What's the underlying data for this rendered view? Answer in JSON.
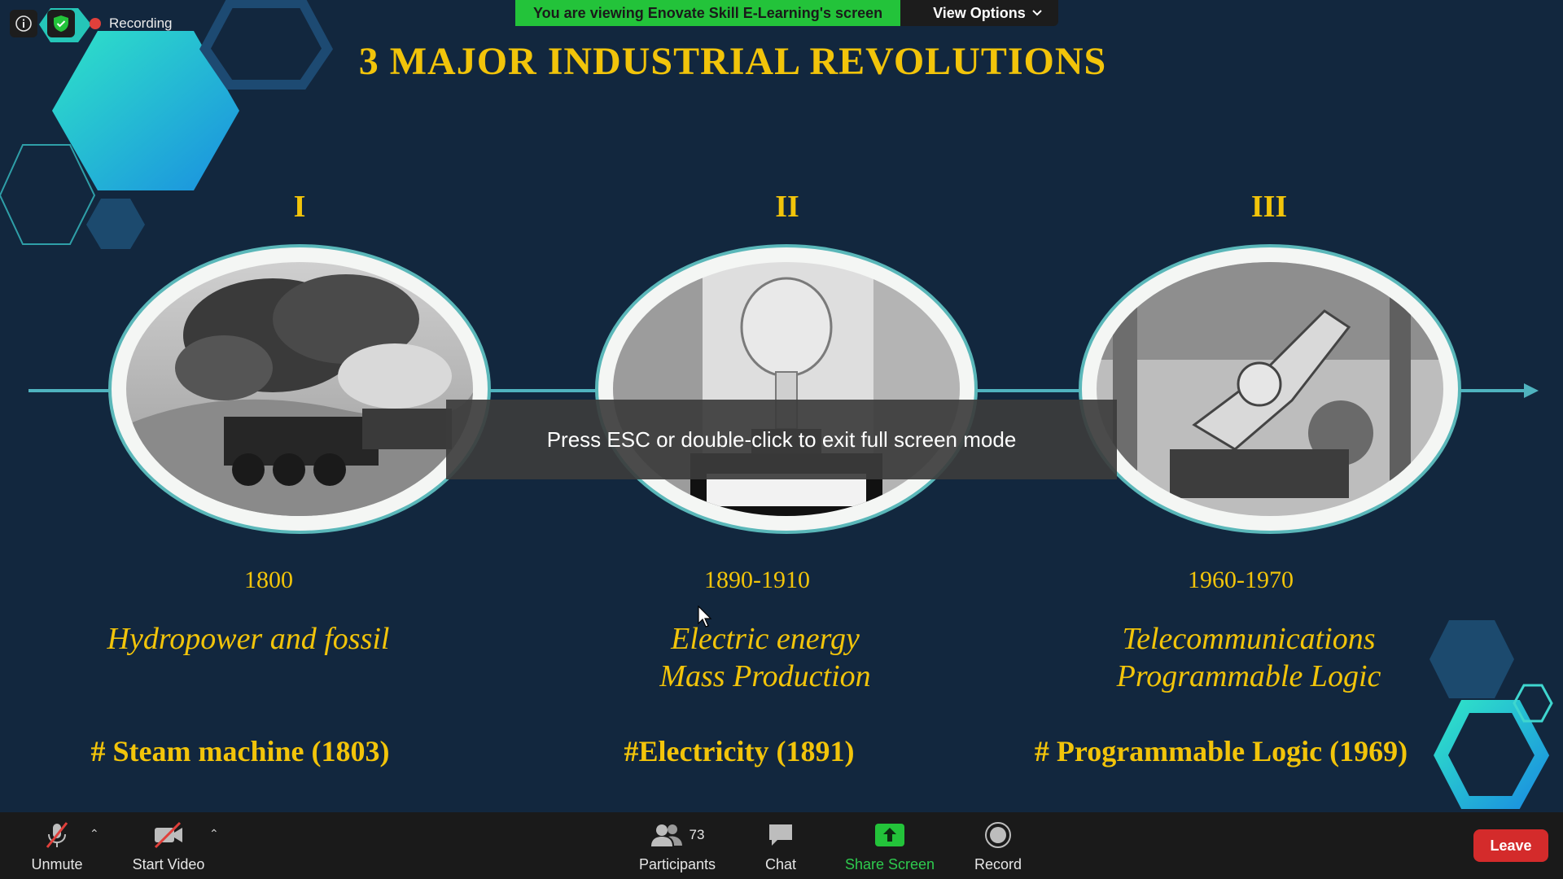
{
  "meeting": {
    "recording_label": "Recording",
    "viewing_banner": "You are viewing Enovate Skill E-Learning's screen",
    "view_options_label": "View Options",
    "esc_message": "Press ESC or double-click to exit full screen mode"
  },
  "slide": {
    "title": "3 MAJOR  INDUSTRIAL REVOLUTIONS",
    "revolutions": [
      {
        "numeral": "I",
        "year": "1800",
        "desc_line1": "Hydropower and fossil",
        "desc_line2": "",
        "invention": "# Steam machine (1803)",
        "image": "steam-locomotive-photo"
      },
      {
        "numeral": "II",
        "year": "1890-1910",
        "desc_line1": "Electric energy",
        "desc_line2": "Mass Production",
        "invention": "#Electricity (1891)",
        "image": "light-bulb-photo"
      },
      {
        "numeral": "III",
        "year": "1960-1970",
        "desc_line1": "Telecommunications",
        "desc_line2": "Programmable  Logic",
        "invention": "# Programmable Logic (1969)",
        "image": "industrial-robot-photo"
      }
    ],
    "colors": {
      "title": "#f2c40a",
      "background": "#12273e",
      "timeline": "#4fb3bf"
    }
  },
  "toolbar": {
    "unmute_label": "Unmute",
    "start_video_label": "Start Video",
    "participants_label": "Participants",
    "participants_count": "73",
    "chat_label": "Chat",
    "share_screen_label": "Share Screen",
    "record_label": "Record",
    "leave_label": "Leave"
  }
}
